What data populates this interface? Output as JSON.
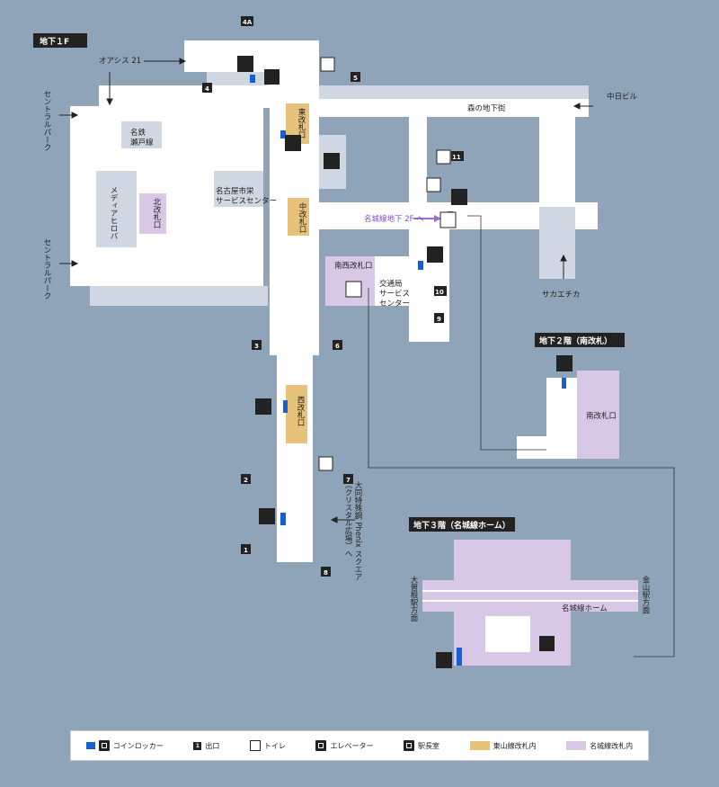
{
  "floors": {
    "b1": "地下１F",
    "b2": "地下２階（南改札）",
    "b3": "地下３階（名城線ホーム）"
  },
  "labels": {
    "oasis": "オアシス 21",
    "central_park_1": "セントラルパーク",
    "central_park_2": "セントラルパーク",
    "meitetsu": "名鉄\n瀬戸線",
    "media_hiroba": "メディアヒロバ",
    "north_gate": "北改札口",
    "city_center": "名古屋市栄\nサービスセンター",
    "east_gate": "東改札口",
    "mid_gate": "中改札口",
    "west_gate": "西改札口",
    "mori_chikagai": "森の地下街",
    "chunichi": "中日ビル",
    "meijo_2f": "名城線地下 2F へ",
    "nansei_gate": "南西改札口",
    "kotsukyoku": "交通局\nサービス\nセンター",
    "sakae_chika": "サカエチカ",
    "south_gate": "南改札口",
    "crystal": "大同特殊鋼 Phenix スクエア\n（クリスタル広場）へ",
    "ozone": "大曽根駅方面",
    "kanayama": "金山駅方面",
    "meijo_home": "名城線ホーム"
  },
  "exits": [
    "4A",
    "4",
    "5",
    "11",
    "10",
    "9",
    "3",
    "6",
    "2",
    "7",
    "1",
    "8"
  ],
  "legend": {
    "locker": "コインロッカー",
    "exit_num": "1",
    "exit": "出口",
    "toilet": "トイレ",
    "elevator": "エレベーター",
    "station_office": "駅長室",
    "higashiyama": "東山線改札内",
    "meijo": "名城線改札内"
  },
  "colors": {
    "background": "#8fa4b8",
    "concourse": "#ffffff",
    "light_area": "#cfd8e2",
    "higashiyama": "#e7c27a",
    "meijo": "#d8c8e6",
    "locker": "#1560d6",
    "arrow_purple": "#9b6fd0"
  }
}
